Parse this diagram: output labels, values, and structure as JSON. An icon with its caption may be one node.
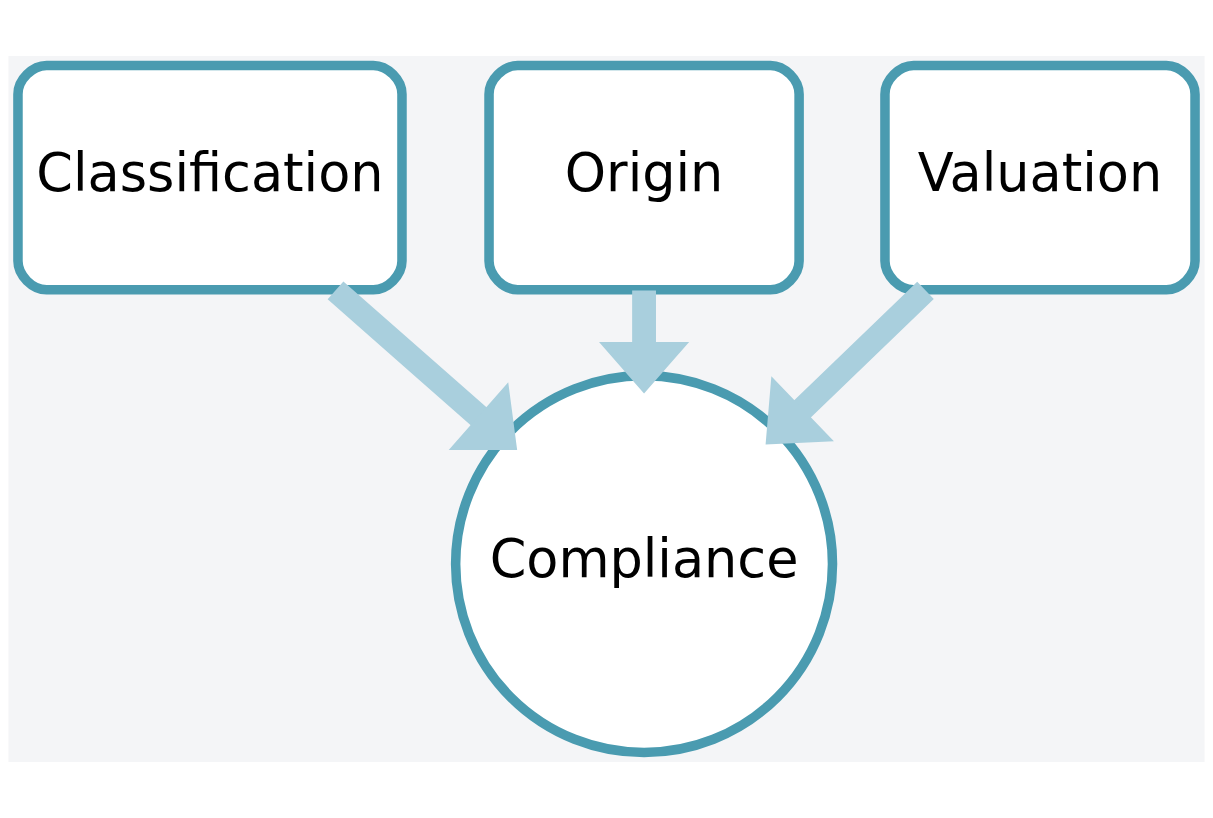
{
  "diagram": {
    "nodes": [
      {
        "text": [
          "Origin"
        ]
      },
      {
        "text": [
          "Classification"
        ]
      },
      {
        "text": [
          "Valuation"
        ]
      },
      {
        "text": [
          "Compliance"
        ]
      }
    ],
    "edges": [
      {
        "from": 1,
        "to": 3,
        "arrow": "to"
      },
      {
        "from": 0,
        "to": 3,
        "arrow": "to"
      },
      {
        "from": 2,
        "to": 3,
        "arrow": "to"
      }
    ]
  }
}
